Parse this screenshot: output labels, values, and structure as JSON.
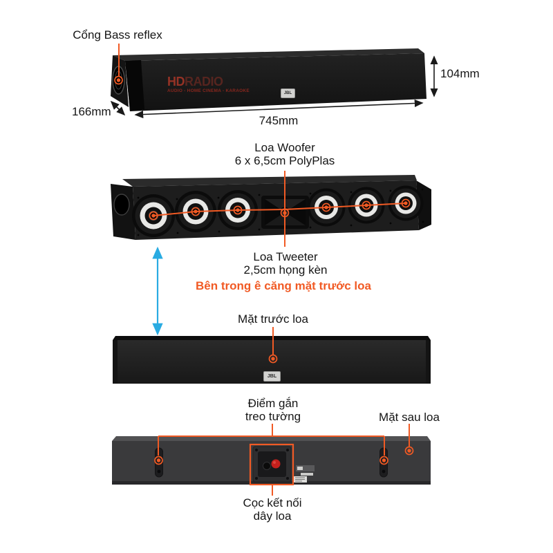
{
  "colors": {
    "annotation_orange": "#F15A24",
    "arrow_blue": "#29ABE2",
    "text_dark": "#151515",
    "terminal_red": "#c5201d"
  },
  "perspective_view": {
    "bass_port_label": "Cổng Bass reflex",
    "depth_dim": "166mm",
    "width_dim": "745mm",
    "height_dim": "104mm",
    "watermark": {
      "part1": "HD",
      "part2": "RADIO",
      "subtitle": "AUDIO - HOME CINEMA - KARAOKE"
    },
    "brand_badge": "JBL"
  },
  "driver_view": {
    "woofer_label": {
      "line1": "Loa Woofer",
      "line2": "6 x 6,5cm PolyPlas"
    },
    "tweeter_label": {
      "line1": "Loa Tweeter",
      "line2": "2,5cm họng kèn"
    },
    "inside_note": "Bên trong ê căng mặt trước loa"
  },
  "front_view": {
    "label": "Mặt trước loa",
    "brand_badge": "JBL"
  },
  "back_view": {
    "wall_mount_label": {
      "line1": "Điểm gắn",
      "line2": "treo tường"
    },
    "rear_label": "Mặt sau loa",
    "terminal_label": {
      "line1": "Cọc kết nối",
      "line2": "dây loa"
    }
  }
}
